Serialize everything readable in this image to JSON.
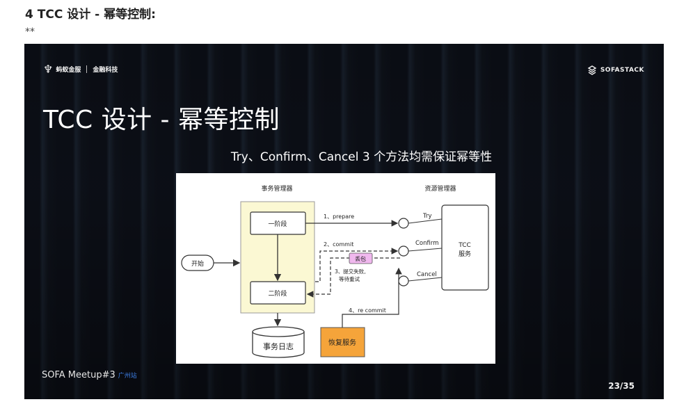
{
  "doc": {
    "heading": "4 TCC 设计 - 幂等控制:",
    "stars": "**"
  },
  "slide": {
    "logo_left_brand": "蚂蚁金服",
    "logo_left_brand2": "金融科技",
    "logo_right": "SOFASTACK",
    "title": "TCC 设计 - 幂等控制",
    "subtitle": "Try、Confirm、Cancel 3 个方法均需保证幂等性",
    "footer": "SOFA Meetup#3",
    "footer_city": "广州站",
    "page": "23/35"
  },
  "diagram": {
    "tm_label": "事务管理器",
    "rm_label": "资源管理器",
    "start": "开始",
    "phase1": "一阶段",
    "phase2": "二阶段",
    "log": "事务日志",
    "recovery": "恢复服务",
    "step1": "1、prepare",
    "step2": "2、commit",
    "step3_line1": "3、提交失败,",
    "step3_line2": "等待重试",
    "step4": "4、re commit",
    "lost": "丢包",
    "try": "Try",
    "confirm": "Confirm",
    "cancel": "Cancel",
    "tcc_line1": "TCC",
    "tcc_line2": "服务"
  }
}
